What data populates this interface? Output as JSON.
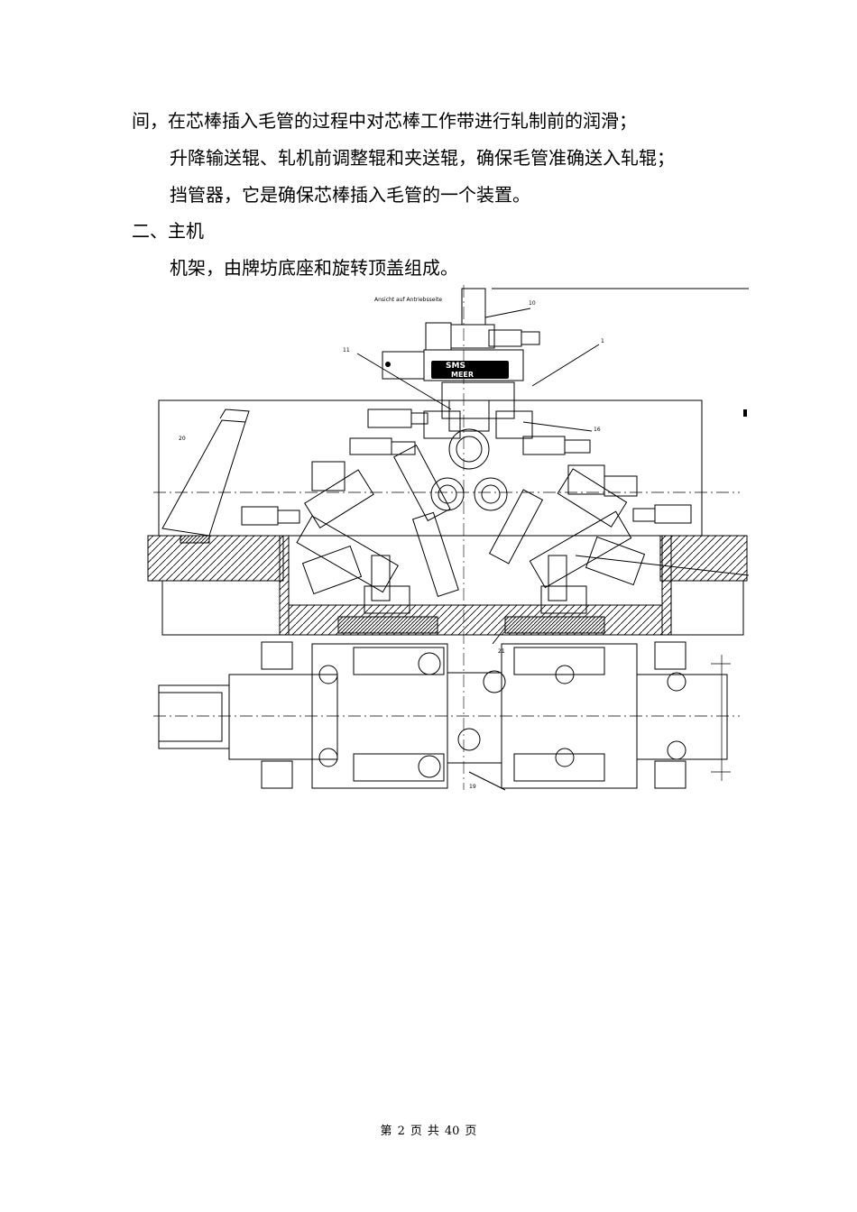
{
  "paragraphs": {
    "p1": "间，在芯棒插入毛管的过程中对芯棒工作带进行轧制前的润滑；",
    "p2": "升降输送辊、轧机前调整辊和夹送辊，确保毛管准确送入轧辊；",
    "p3": "挡管器，它是确保芯棒插入毛管的一个装置。",
    "heading": "二、主机",
    "p4": "机架，由牌坊底座和旋转顶盖组成。"
  },
  "drawing": {
    "view_title": "Ansicht auf Antriebsseite",
    "logo_top": "SMS",
    "logo_bottom": "MEER",
    "callouts": [
      "10",
      "1",
      "11",
      "16",
      "20",
      "21",
      "19"
    ]
  },
  "footer": {
    "prefix": "第",
    "page": "2",
    "mid1": "页",
    "mid2": "共",
    "total": "40",
    "suffix": "页"
  }
}
